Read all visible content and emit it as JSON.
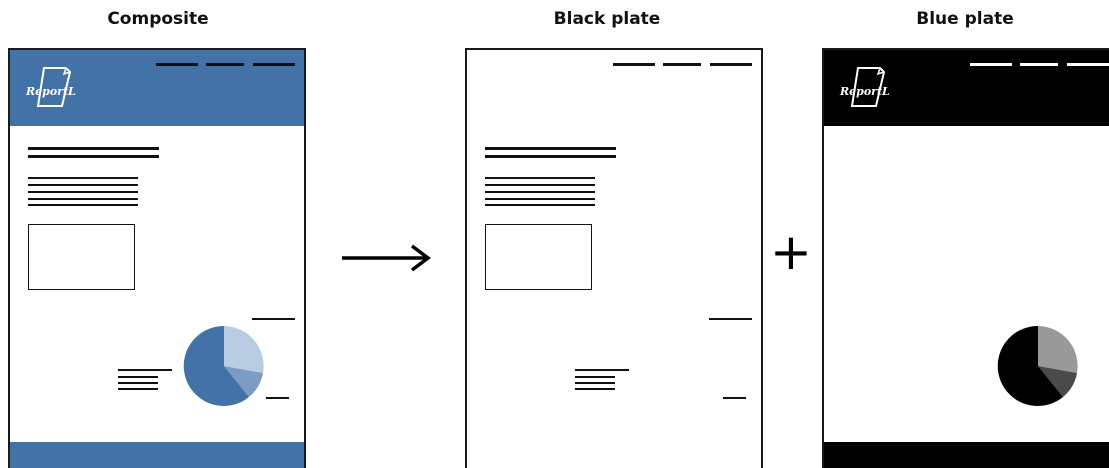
{
  "titles": {
    "composite": "Composite",
    "black": "Black plate",
    "blue": "Blue plate"
  },
  "operators": {
    "arrow": "→",
    "plus": "+"
  },
  "logo_text": "ReportLab",
  "colors": {
    "composite_band": "#4372A6",
    "composite_pie_main": "#4372A6",
    "composite_pie_light": "#B9CCE2",
    "composite_pie_mid": "#7C9CC4",
    "ink": "#111111",
    "blue_plate_band": "#000000",
    "blue_plate_pie_main": "#000000",
    "blue_plate_pie_light": "#999999",
    "blue_plate_pie_mid": "#4A4A4A"
  },
  "icons": [
    "reportlab-logo-icon",
    "right-arrow-icon",
    "plus-icon",
    "pie-chart-icon"
  ]
}
